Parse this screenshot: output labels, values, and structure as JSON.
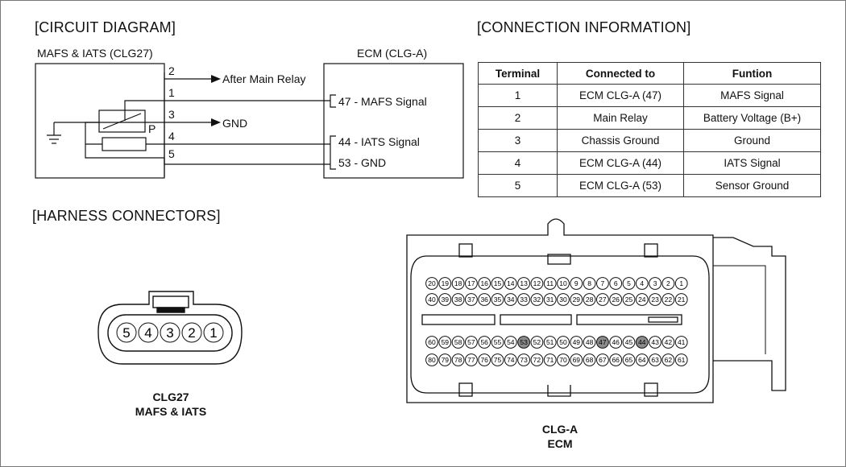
{
  "circuit_diagram": {
    "heading": "[CIRCUIT DIAGRAM]",
    "sensor_title": "MAFS & IATS (CLG27)",
    "ecm_title": "ECM (CLG-A)",
    "pins": [
      "2",
      "1",
      "3",
      "P",
      "4",
      "5"
    ],
    "after_main_relay": "After Main Relay",
    "gnd": "GND",
    "ecm_pins": [
      "47 - MAFS Signal",
      "44 - IATS Signal",
      "53 - GND"
    ]
  },
  "connection_info": {
    "heading": "[CONNECTION INFORMATION]",
    "columns": [
      "Terminal",
      "Connected to",
      "Funtion"
    ],
    "rows": [
      [
        "1",
        "ECM CLG-A (47)",
        "MAFS Signal"
      ],
      [
        "2",
        "Main Relay",
        "Battery Voltage (B+)"
      ],
      [
        "3",
        "Chassis Ground",
        "Ground"
      ],
      [
        "4",
        "ECM CLG-A (44)",
        "IATS Signal"
      ],
      [
        "5",
        "ECM CLG-A (53)",
        "Sensor Ground"
      ]
    ]
  },
  "harness": {
    "heading": "[HARNESS CONNECTORS]",
    "clg27_pins": [
      "5",
      "4",
      "3",
      "2",
      "1"
    ],
    "clg27_caption": [
      "CLG27",
      "MAFS & IATS"
    ],
    "ecm_row1": [
      "20",
      "19",
      "18",
      "17",
      "16",
      "15",
      "14",
      "13",
      "12",
      "11",
      "10",
      "9",
      "8",
      "7",
      "6",
      "5",
      "4",
      "3",
      "2",
      "1"
    ],
    "ecm_row2": [
      "40",
      "39",
      "38",
      "37",
      "36",
      "35",
      "34",
      "33",
      "32",
      "31",
      "30",
      "29",
      "28",
      "27",
      "26",
      "25",
      "24",
      "23",
      "22",
      "21"
    ],
    "ecm_row3": [
      "60",
      "59",
      "58",
      "57",
      "56",
      "55",
      "54",
      "53",
      "52",
      "51",
      "50",
      "49",
      "48",
      "47",
      "46",
      "45",
      "44",
      "43",
      "42",
      "41"
    ],
    "ecm_row4": [
      "80",
      "79",
      "78",
      "77",
      "76",
      "75",
      "74",
      "73",
      "72",
      "71",
      "70",
      "69",
      "68",
      "67",
      "66",
      "65",
      "64",
      "63",
      "62",
      "61"
    ],
    "ecm_highlight": [
      "53",
      "47",
      "44"
    ],
    "ecm_caption": [
      "CLG-A",
      "ECM"
    ],
    "highlight_color": "#8c8c8c"
  }
}
